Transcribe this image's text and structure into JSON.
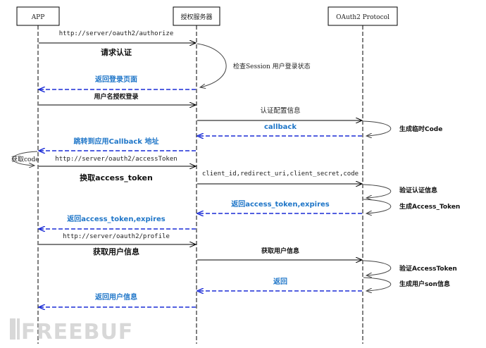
{
  "colors": {
    "line": "#000000",
    "dashed_arrow": "#1a2bd6",
    "blue_label": "#1f76c8",
    "watermark": "#d8d8d8"
  },
  "actors": {
    "app": "APP",
    "auth_server": "授权服务器",
    "oauth": "OAuth2 Protocol"
  },
  "messages": {
    "m1": "http://server/oauth2/authorize",
    "m1_title": "请求认证",
    "self_check": "检查Session 用户登录状态",
    "m2": "返回登录页面",
    "m3": "用户名授权登录",
    "m4": "认证配置信息",
    "m5": "callback",
    "self_code": "生成临时Code",
    "m6": "跳转到应用Callback 地址",
    "self_getcode": "获取code",
    "m7": "http://server/oauth2/accessToken",
    "m7_title": "换取access_token",
    "m8": "client_id,redirect_uri,client_secret,code",
    "self_verify": "验证认证信息",
    "m9": "返回access_token,expires",
    "self_gen_token": "生成Access_Token",
    "m10": "返回access_token,expires",
    "m11": "http://server/oauth2/profile",
    "m11_title": "获取用户信息",
    "m12": "获取用户信息",
    "self_verify_token": "验证AccessToken",
    "m13": "返回",
    "self_gen_user": "生成用户son信息",
    "m14": "返回用户信息"
  },
  "watermark": "FREEBUF"
}
